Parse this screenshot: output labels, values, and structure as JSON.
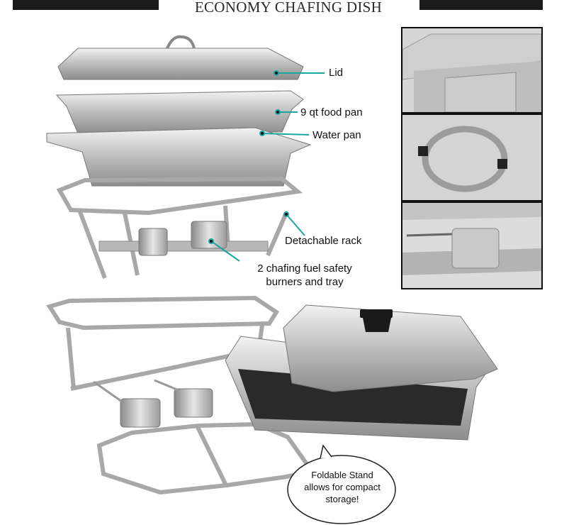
{
  "title": "ECONOMY CHAFING DISH",
  "parts": {
    "lid": "Lid",
    "food_pan": "9 qt food pan",
    "water_pan": "Water pan",
    "rack": "Detachable rack",
    "burners_line1": "2 chafing fuel safety",
    "burners_line2": "burners and tray"
  },
  "callout": {
    "line1": "Foldable Stand",
    "line2": "allows for compact",
    "line3": "storage!"
  },
  "colors": {
    "banner": "#1b1b1b",
    "leader": "#1aa6a0",
    "steel": "#c9c9c9"
  },
  "panels": [
    "lid-corner-detail",
    "lid-handle-detail",
    "burner-detail"
  ]
}
